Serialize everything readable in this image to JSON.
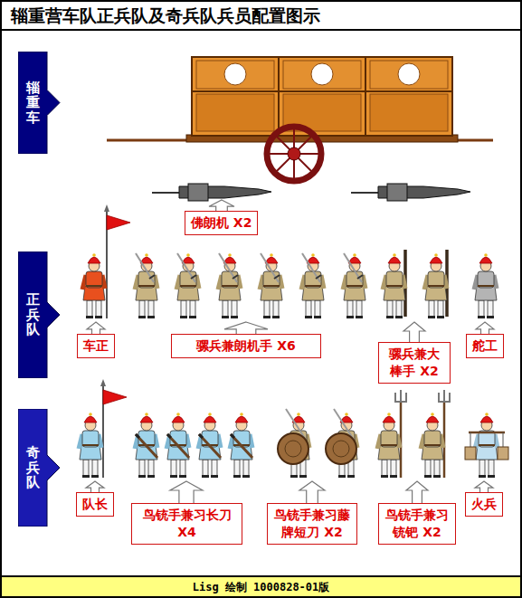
{
  "diagram": {
    "title": "辎重营车队正兵队及奇兵队兵员配置图示",
    "caption": "Lisg 绘制 1000828-01版",
    "nodes": [
      {
        "text": [
          "辎重车"
        ]
      },
      {
        "text": [
          "佛朗机 X2"
        ]
      },
      {
        "text": [
          "正兵队"
        ]
      },
      {
        "text": [
          "车正"
        ]
      },
      {
        "text": [
          "骡兵兼朗机手 X6"
        ]
      },
      {
        "text": [
          "骡兵兼大棒手 X2"
        ]
      },
      {
        "text": [
          "舵工"
        ]
      },
      {
        "text": [
          "奇兵队"
        ]
      },
      {
        "text": [
          "队长"
        ]
      },
      {
        "text": [
          "鸟铳手兼习长刀 X4"
        ]
      },
      {
        "text": [
          "鸟铳手兼习藤牌短刀 X2"
        ]
      },
      {
        "text": [
          "鸟铳手兼习铳钯 X2"
        ]
      },
      {
        "text": [
          "火兵"
        ]
      }
    ]
  }
}
